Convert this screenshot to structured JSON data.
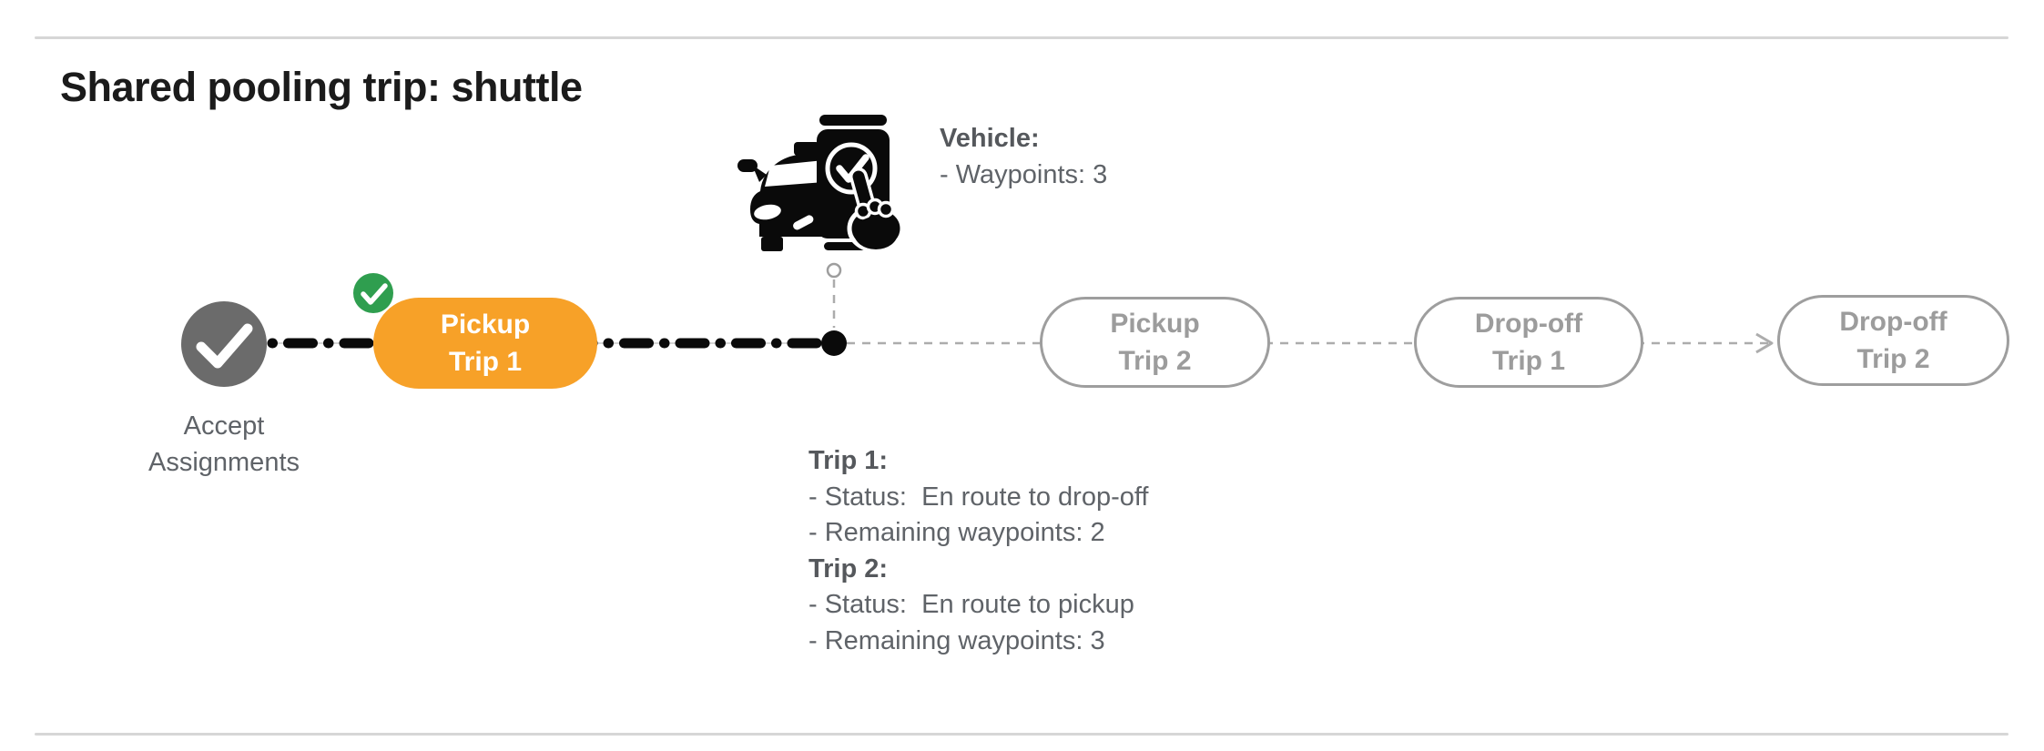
{
  "header": {
    "title": "Shared pooling trip: shuttle"
  },
  "colors": {
    "accent_orange": "#f7a128",
    "success_green": "#2f9e4f",
    "completed_node_gray": "#6b6b6b",
    "pending_pill_gray": "#9e9e9e",
    "body_text_gray": "#5f6368",
    "connector_gray": "#acacac",
    "route_dash_black": "#0a0a0a",
    "divider_gray": "#d6d6d6",
    "title_black": "#1b1b1b"
  },
  "icons": {
    "start_node_check": "check",
    "trip1_done_badge": "check-in-green-circle",
    "vehicle": "car-with-smartphone-checkmark",
    "current_position_marker": "filled-black-dot",
    "vehicle_anchor_marker": "small-open-circle",
    "flow_arrow": "chevron-right"
  },
  "timeline": {
    "start_node": {
      "label_line1": "Accept",
      "label_line2": "Assignments"
    },
    "pills": [
      {
        "line1": "Pickup",
        "line2": "Trip 1",
        "state": "completed"
      },
      {
        "line1": "Pickup",
        "line2": "Trip 2",
        "state": "pending"
      },
      {
        "line1": "Drop-off",
        "line2": "Trip 1",
        "state": "pending"
      },
      {
        "line1": "Drop-off",
        "line2": "Trip 2",
        "state": "pending"
      }
    ]
  },
  "annotations": {
    "vehicle": {
      "title": "Vehicle:",
      "line": "- Waypoints: 3"
    },
    "trips": {
      "sections": [
        {
          "title": "Trip 1:",
          "lines": [
            "- Status:  En route to drop-off",
            "- Remaining waypoints: 2"
          ]
        },
        {
          "title": "Trip 2:",
          "lines": [
            "- Status:  En route to pickup",
            "- Remaining waypoints: 3"
          ]
        }
      ]
    }
  }
}
